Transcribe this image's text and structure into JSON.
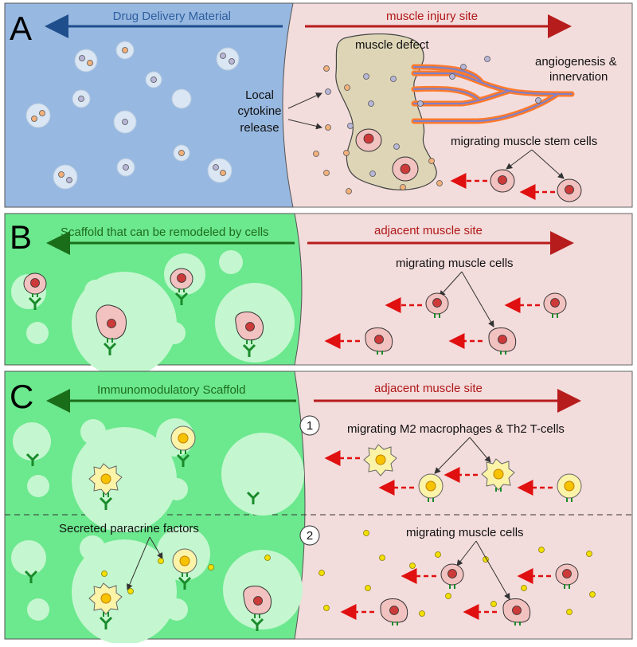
{
  "colors": {
    "blue_panel": "#97b8e0",
    "pink_panel": "#f3dcdc",
    "green_panel": "#6ce88e",
    "dark_blue": "#1f4e8c",
    "dark_red": "#b71c1c",
    "dark_green": "#1a6e1a",
    "cell_fill": "#f2c2c0",
    "nucleus": "#cc3a3a",
    "macrophage": "#fbf3a8",
    "factor": "#f2e000",
    "vessel_outer": "#ff7a2a",
    "vessel_inner": "#8080c8",
    "defect_fill": "#ddd5b6"
  },
  "panelA": {
    "letter": "A",
    "left_label": "Drug Delivery Material",
    "right_label": "muscle injury site",
    "defect_label": "muscle defect",
    "angio_line1": "angiogenesis &",
    "angio_line2": "innervation",
    "cytokine_line1": "Local",
    "cytokine_line2": "cytokine",
    "cytokine_line3": "release",
    "stem_label": "migrating muscle stem cells"
  },
  "panelB": {
    "letter": "B",
    "left_label": "Scaffold that can be remodeled by cells",
    "right_label": "adjacent muscle site",
    "cells_label": "migrating muscle cells"
  },
  "panelC": {
    "letter": "C",
    "left_label": "Immunomodulatory Scaffold",
    "right_label": "adjacent muscle site",
    "step1": "1",
    "step2": "2",
    "macro_label": "migrating M2 macrophages & Th2 T-cells",
    "paracrine_label": "Secreted paracrine factors",
    "cells_label": "migrating muscle cells"
  }
}
